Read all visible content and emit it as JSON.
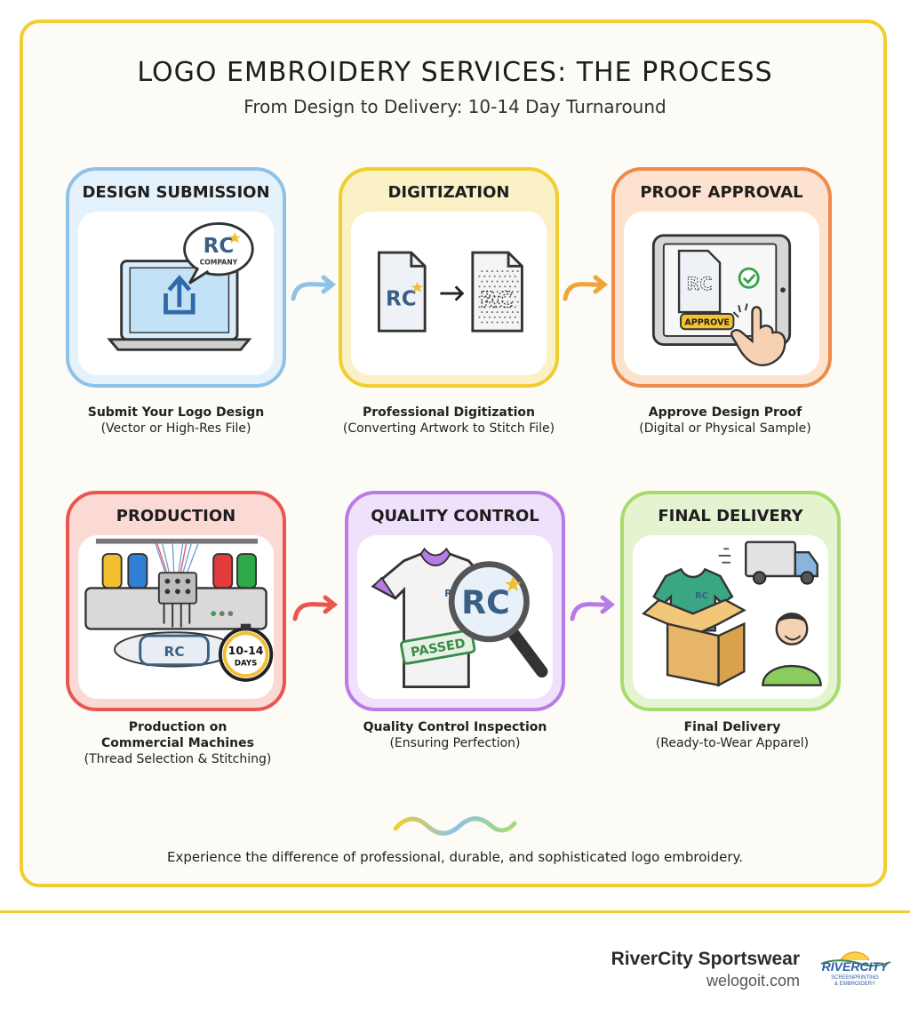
{
  "title": "LOGO EMBROIDERY SERVICES: THE PROCESS",
  "subtitle": "From Design to Delivery: 10-14 Day Turnaround",
  "colors": {
    "frame": "#f2cd2f",
    "blue": "#8ec2e8",
    "yellow": "#f2cd2f",
    "orange": "#ef8a4a",
    "red": "#e9564f",
    "purple": "#b77be6",
    "green": "#a6dc6e"
  },
  "steps": [
    {
      "heading": "DESIGN SUBMISSION",
      "caption_bold": "Submit Your Logo Design",
      "caption": "(Vector or High-Res File)",
      "icon": "laptop-upload-icon",
      "logo_text": "RC",
      "bubble_text": "COMPANY"
    },
    {
      "heading": "DIGITIZATION",
      "caption_bold": "Professional Digitization",
      "caption": "(Converting Artwork to Stitch File)",
      "icon": "file-convert-icon",
      "logo_text": "RC"
    },
    {
      "heading": "PROOF APPROVAL",
      "caption_bold": "Approve Design Proof",
      "caption": "(Digital or Physical Sample)",
      "icon": "tablet-approve-icon",
      "logo_text": "RC",
      "button_text": "APPROVE"
    },
    {
      "heading": "PRODUCTION",
      "caption_bold": "Production on\nCommercial Machines",
      "caption": "(Thread Selection & Stitching)",
      "icon": "embroidery-machine-icon",
      "logo_text": "RC",
      "timer_text_1": "10-14",
      "timer_text_2": "DAYS"
    },
    {
      "heading": "QUALITY CONTROL",
      "caption_bold": "Quality Control Inspection",
      "caption": "(Ensuring Perfection)",
      "icon": "magnifier-shirt-icon",
      "logo_text": "RC",
      "stamp_text": "PASSED"
    },
    {
      "heading": "FINAL DELIVERY",
      "caption_bold": "Final Delivery",
      "caption": "(Ready-to-Wear Apparel)",
      "icon": "delivery-truck-icon",
      "logo_text": "RC"
    }
  ],
  "tagline": "Experience the difference of professional, durable, and sophisticated logo embroidery.",
  "footer": {
    "brand_name": "RiverCity Sportswear",
    "url": "welogoit.com",
    "logo_text": "RIVERCITY",
    "logo_sub_1": "SCREENPRINTING",
    "logo_sub_2": "& EMBROIDERY"
  }
}
